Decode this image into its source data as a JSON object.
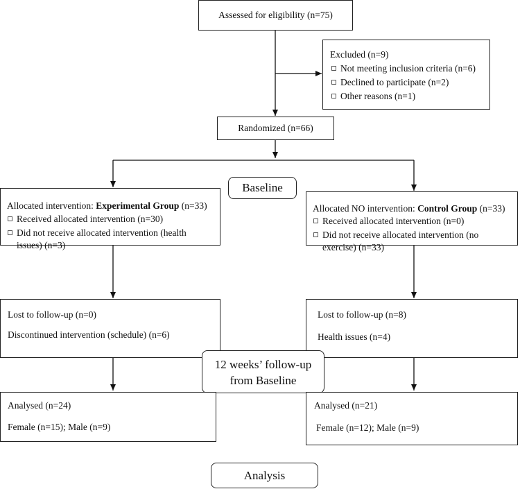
{
  "assessed": "Assessed for eligibility (n=75)",
  "excluded": {
    "title": "Excluded (n=9)",
    "items": [
      "Not meeting inclusion criteria (n=6)",
      "Declined to participate (n=2)",
      "Other reasons (n=1)"
    ]
  },
  "randomized": "Randomized (n=66)",
  "stages": {
    "baseline": "Baseline",
    "followup_line1": "12 weeks’ follow-up",
    "followup_line2": "from Baseline",
    "analysis": "Analysis"
  },
  "experimental": {
    "alloc_prefix": "Allocated intervention: ",
    "alloc_group": "Experimental Group",
    "alloc_suffix": " (n=33)",
    "received": "Received allocated intervention (n=30)",
    "not_received_1": "Did not receive allocated intervention (health",
    "not_received_2": "issues) (n=3)",
    "lost": "Lost to follow-up (n=0)",
    "discontinued": "Discontinued intervention (schedule) (n=6)",
    "analysed": "Analysed  (n=24)",
    "sex": "Female (n=15); Male (n=9)"
  },
  "control": {
    "alloc_prefix": "Allocated NO intervention: ",
    "alloc_group": "Control Group",
    "alloc_suffix": " (n=33)",
    "received": "Received allocated intervention (n=0)",
    "not_received_1": "Did not receive allocated intervention (no",
    "not_received_2": "exercise) (n=33)",
    "lost": "Lost to follow-up (n=8)",
    "health": "Health issues (n=4)",
    "analysed": "Analysed  (n=21)",
    "sex": "Female (n=12); Male (n=9)"
  }
}
